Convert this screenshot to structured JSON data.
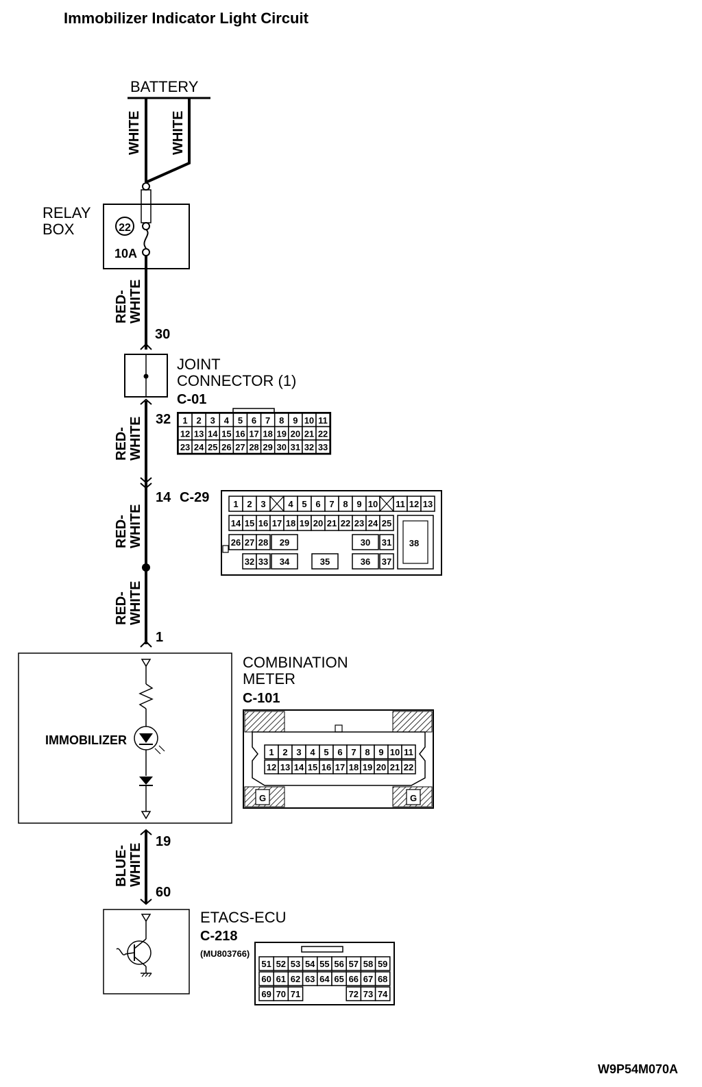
{
  "title": "Immobilizer Indicator Light Circuit",
  "battery_label": "BATTERY",
  "wires": {
    "white_1": "WHITE",
    "white_2": "WHITE",
    "rw_a": [
      "RED-",
      "WHITE"
    ],
    "rw_b": [
      "RED-",
      "WHITE"
    ],
    "rw_c": [
      "RED-",
      "WHITE"
    ],
    "rw_d": [
      "RED-",
      "WHITE"
    ],
    "bw": [
      "BLUE-",
      "WHITE"
    ]
  },
  "relay_box": {
    "label": [
      "RELAY",
      "BOX"
    ],
    "fuse_no": "22",
    "fuse_rating": "10A"
  },
  "pins": {
    "p30": "30",
    "p32": "32",
    "p14": "14",
    "p1": "1",
    "p19": "19",
    "p60": "60"
  },
  "joint_connector": {
    "label": [
      "JOINT",
      "CONNECTOR (1)"
    ],
    "id": "C-01",
    "rows": [
      [
        "1",
        "2",
        "3",
        "4",
        "5",
        "6",
        "7",
        "8",
        "9",
        "10",
        "11"
      ],
      [
        "12",
        "13",
        "14",
        "15",
        "16",
        "17",
        "18",
        "19",
        "20",
        "21",
        "22"
      ],
      [
        "23",
        "24",
        "25",
        "26",
        "27",
        "28",
        "29",
        "30",
        "31",
        "32",
        "33"
      ]
    ]
  },
  "c29": {
    "id": "C-29",
    "row1": [
      "1",
      "2",
      "3",
      "4",
      "5",
      "6",
      "7",
      "8",
      "9",
      "10",
      "11",
      "12",
      "13"
    ],
    "row2": [
      "14",
      "15",
      "16",
      "17",
      "18",
      "19",
      "20",
      "21",
      "22",
      "23",
      "24",
      "25"
    ],
    "row3": [
      "26",
      "27",
      "28",
      "29",
      "30",
      "31"
    ],
    "row4": [
      "32",
      "33",
      "34",
      "35",
      "36",
      "37"
    ],
    "big": "38"
  },
  "combination_meter": {
    "label": [
      "COMBINATION",
      "METER"
    ],
    "id": "C-101",
    "inner_label": "IMMOBILIZER",
    "rows": [
      [
        "1",
        "2",
        "3",
        "4",
        "5",
        "6",
        "7",
        "8",
        "9",
        "10",
        "11"
      ],
      [
        "12",
        "13",
        "14",
        "15",
        "16",
        "17",
        "18",
        "19",
        "20",
        "21",
        "22"
      ]
    ],
    "ground_mark": "G"
  },
  "etacs": {
    "label": "ETACS-ECU",
    "id": "C-218",
    "part_no": "(MU803766)",
    "rows": [
      [
        "51",
        "52",
        "53",
        "54",
        "55",
        "56",
        "57",
        "58",
        "59"
      ],
      [
        "60",
        "61",
        "62",
        "63",
        "64",
        "65",
        "66",
        "67",
        "68"
      ],
      [
        "69",
        "70",
        "71",
        "72",
        "73",
        "74"
      ]
    ]
  },
  "figure_code": "W9P54M070A"
}
